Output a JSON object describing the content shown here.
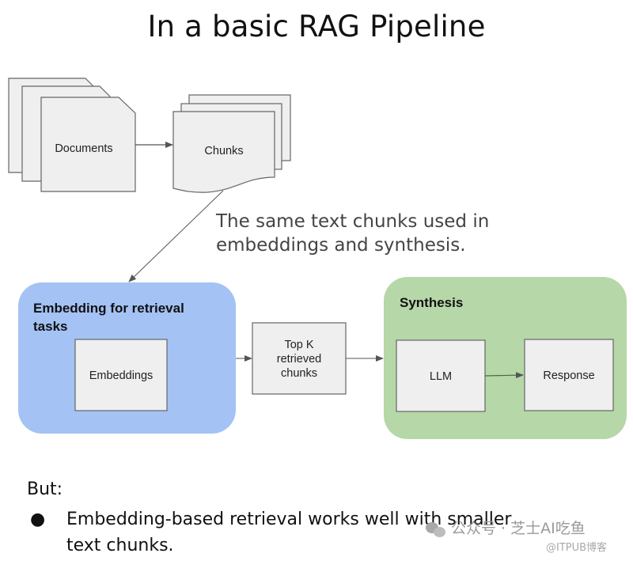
{
  "title": "In a basic RAG Pipeline",
  "nodes": {
    "documents": "Documents",
    "chunks": "Chunks",
    "embedding_group": [
      "Embedding for retrieval",
      "tasks"
    ],
    "embeddings": "Embeddings",
    "topk": [
      "Top K",
      "retrieved",
      "chunks"
    ],
    "synthesis_group": "Synthesis",
    "llm": "LLM",
    "response": "Response"
  },
  "annotation": "The same text chunks used in embeddings and synthesis.",
  "colors": {
    "embedding_group": "#a4c2f4",
    "synthesis_group": "#b6d7a8",
    "node_fill": "#efefef",
    "node_stroke": "#666666"
  },
  "footer": {
    "lead": "But:",
    "bullets": [
      "Embedding-based retrieval works well with smaller text chunks."
    ]
  },
  "watermark": {
    "channel": "公众号 · 芝士AI吃鱼",
    "site": "@ITPUB博客"
  }
}
